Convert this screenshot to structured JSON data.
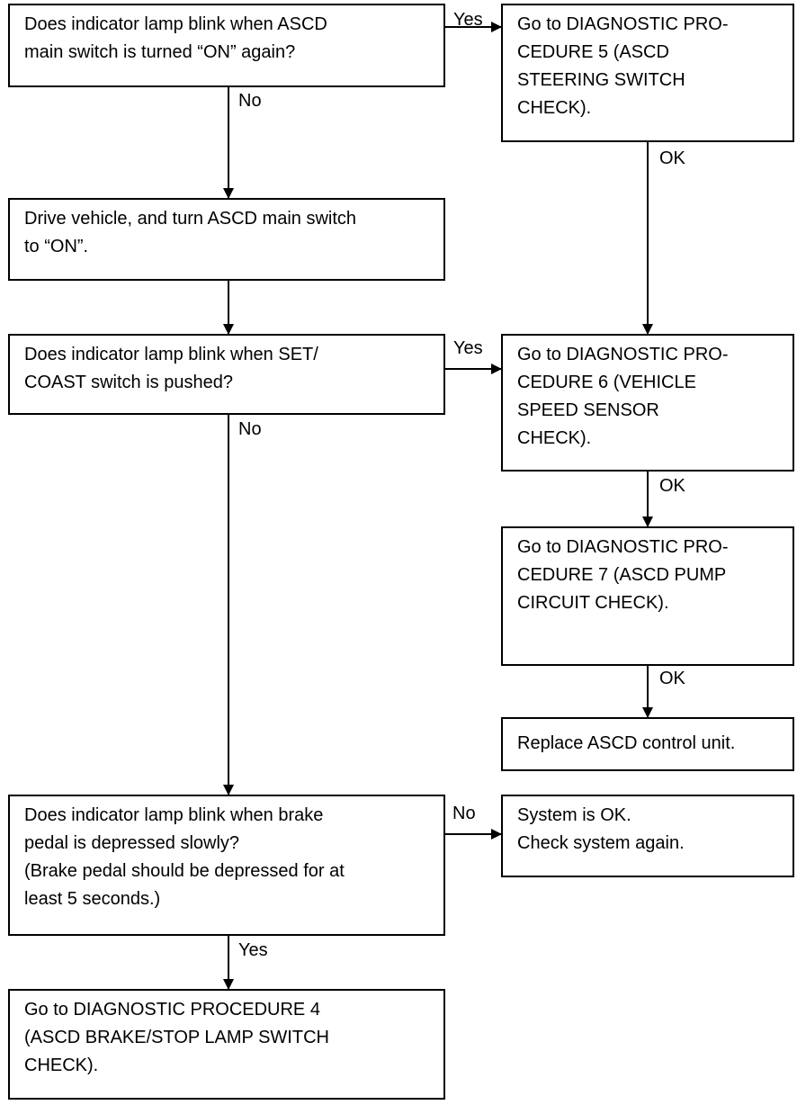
{
  "nodes": {
    "q1": {
      "lines": [
        "Does indicator lamp blink when ASCD",
        "main switch is turned “ON” again?"
      ]
    },
    "p5": {
      "lines": [
        "Go to DIAGNOSTIC PRO-",
        "CEDURE 5 (ASCD",
        "STEERING SWITCH",
        "CHECK)."
      ]
    },
    "drive": {
      "lines": [
        "Drive vehicle, and turn ASCD main switch",
        "to “ON”."
      ]
    },
    "q2": {
      "lines": [
        "Does indicator lamp blink when SET/",
        "COAST switch is pushed?"
      ]
    },
    "p6": {
      "lines": [
        "Go to DIAGNOSTIC PRO-",
        "CEDURE 6 (VEHICLE",
        "SPEED SENSOR",
        "CHECK)."
      ]
    },
    "p7": {
      "lines": [
        "Go to DIAGNOSTIC PRO-",
        "CEDURE 7 (ASCD PUMP",
        "CIRCUIT CHECK)."
      ]
    },
    "replace": {
      "lines": [
        "Replace ASCD control unit."
      ]
    },
    "q3": {
      "lines": [
        "Does indicator lamp blink when brake",
        "pedal is depressed slowly?",
        "(Brake pedal should be depressed for at",
        "least 5 seconds.)"
      ]
    },
    "ok": {
      "lines": [
        "System is OK.",
        "Check system again."
      ]
    },
    "p4": {
      "lines": [
        "Go to DIAGNOSTIC PROCEDURE 4",
        "(ASCD BRAKE/STOP LAMP SWITCH",
        "CHECK)."
      ]
    }
  },
  "edge_labels": {
    "q1_yes": "Yes",
    "q1_no": "No",
    "p5_ok": "OK",
    "q2_yes": "Yes",
    "q2_no": "No",
    "p6_ok": "OK",
    "p7_ok": "OK",
    "q3_no": "No",
    "q3_yes": "Yes"
  }
}
